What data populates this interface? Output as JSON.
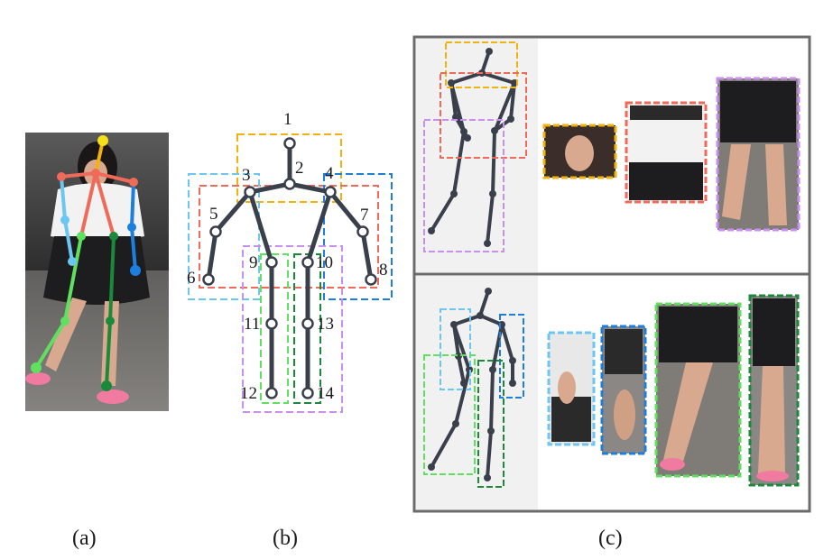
{
  "captions": {
    "a": "(a)",
    "b": "(b)",
    "c": "(c)"
  },
  "keypoint_labels": [
    "1",
    "2",
    "3",
    "4",
    "5",
    "6",
    "7",
    "8",
    "9",
    "10",
    "11",
    "12",
    "13",
    "14"
  ],
  "part_colors": {
    "head": "#f2b20d",
    "upper_torso": "#f06a5a",
    "lower_body": "#c88ef0",
    "right_arm": "#6cc6f2",
    "left_arm": "#1c7fe0",
    "right_leg": "#5fe05f",
    "left_leg": "#1a8a3a",
    "skeleton": "#3a404b",
    "frame": "#6b6b6b"
  }
}
